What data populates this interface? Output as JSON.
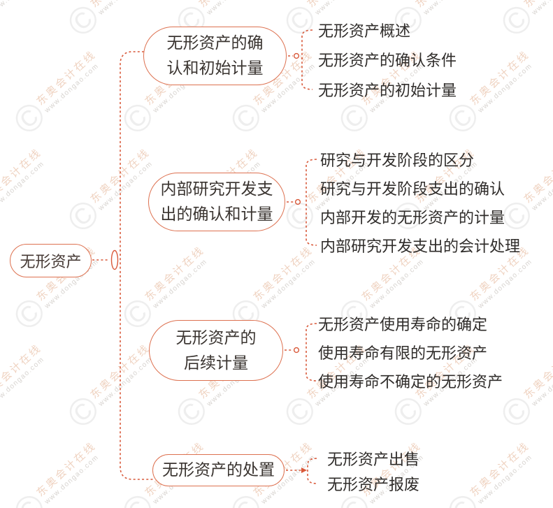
{
  "root": {
    "label": "无形资产"
  },
  "branches": [
    {
      "label_lines": [
        "无形资产的确",
        "认和初始计量"
      ],
      "leaves": [
        "无形资产概述",
        "无形资产的确认条件",
        "无形资产的初始计量"
      ]
    },
    {
      "label_lines": [
        "内部研究开发支",
        "出的确认和计量"
      ],
      "leaves": [
        "研究与开发阶段的区分",
        "研究与开发阶段支出的确认",
        "内部开发的无形资产的计量",
        "内部研究开发支出的会计处理"
      ]
    },
    {
      "label_lines": [
        "无形资产的",
        "后续计量"
      ],
      "leaves": [
        "无形资产使用寿命的确定",
        "使用寿命有限的无形资产",
        "使用寿命不确定的无形资产"
      ]
    },
    {
      "label_lines": [
        "无形资产的处置"
      ],
      "leaves": [
        "无形资产出售",
        "无形资产报废"
      ]
    }
  ],
  "watermark": {
    "symbol": "©",
    "brand": "东奥会计在线",
    "url": "www.dongao.com"
  },
  "colors": {
    "line": "#d9593a",
    "node_border": "#dd7150",
    "node_text": "#3a3430",
    "leaf_text": "#2f2c2a"
  }
}
